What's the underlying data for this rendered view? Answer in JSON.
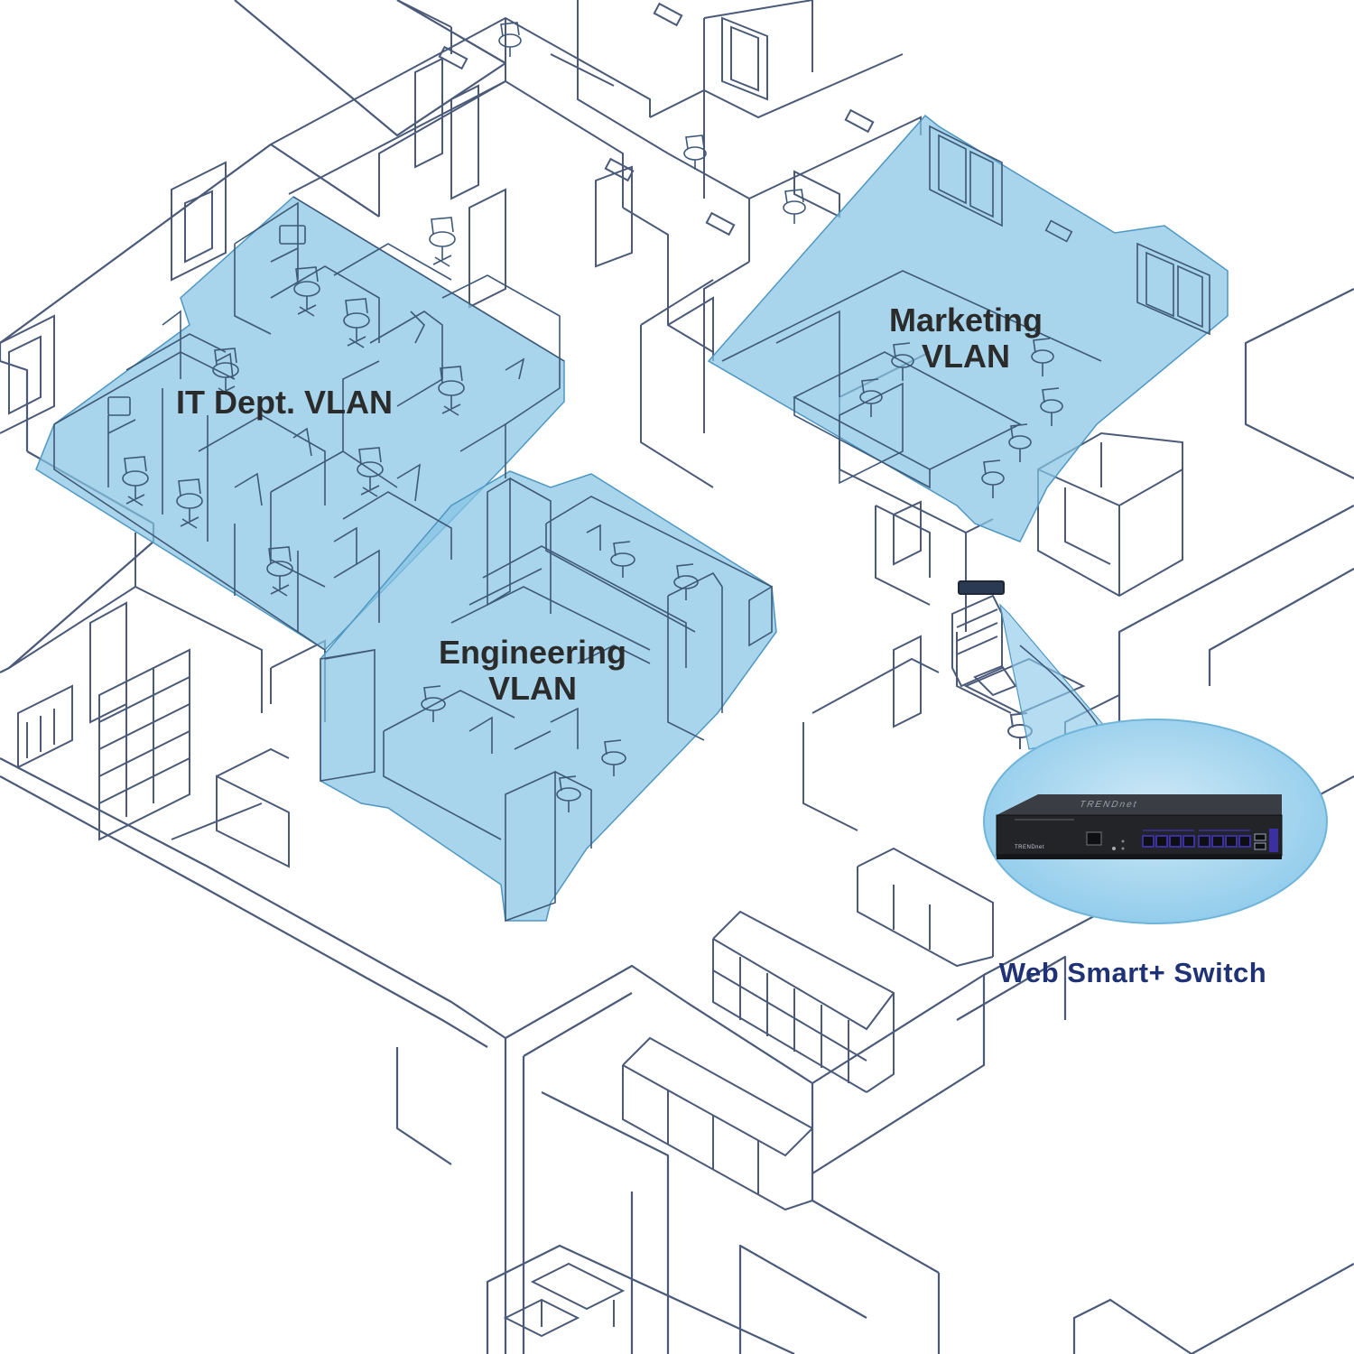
{
  "labels": {
    "it_vlan": "IT Dept. VLAN",
    "marketing_line1": "Marketing",
    "marketing_line2": "VLAN",
    "engineering_line1": "Engineering",
    "engineering_line2": "VLAN",
    "switch": "Web Smart+ Switch"
  },
  "switch_device": {
    "brand_top": "TRENDnet",
    "brand_front": "TRENDnet",
    "lan_port_count": 8,
    "sfp_port_count": 2
  },
  "colors": {
    "vlan_fill": "#86c5e3",
    "line": "#4a5a78",
    "label_text": "#2b2b2b",
    "switch_label": "#1f3275",
    "port_accent": "#3c2fa0",
    "device_body": "#222428"
  },
  "icons": {
    "switch_device": "network-switch-icon",
    "zoom_callout": "magnifier-callout-icon"
  }
}
